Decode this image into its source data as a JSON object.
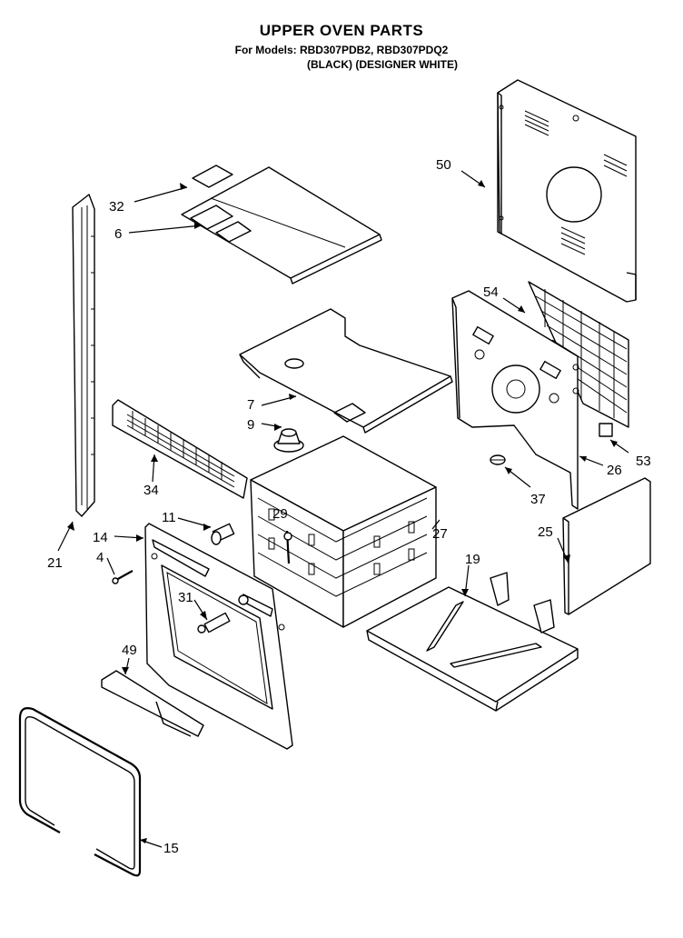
{
  "header": {
    "title": "UPPER OVEN PARTS",
    "models_line": "For Models: RBD307PDB2, RBD307PDQ2",
    "finish_line": "(BLACK)  (DESIGNER WHITE)"
  },
  "callouts": [
    {
      "id": "p50",
      "label": "50"
    },
    {
      "id": "p32",
      "label": "32"
    },
    {
      "id": "p6",
      "label": "6"
    },
    {
      "id": "p54",
      "label": "54"
    },
    {
      "id": "p7",
      "label": "7"
    },
    {
      "id": "p9",
      "label": "9"
    },
    {
      "id": "p53",
      "label": "53"
    },
    {
      "id": "p26",
      "label": "26"
    },
    {
      "id": "p34",
      "label": "34"
    },
    {
      "id": "p37",
      "label": "37"
    },
    {
      "id": "p11",
      "label": "11"
    },
    {
      "id": "p29",
      "label": "29"
    },
    {
      "id": "p27",
      "label": "27"
    },
    {
      "id": "p25",
      "label": "25"
    },
    {
      "id": "p14",
      "label": "14"
    },
    {
      "id": "p19",
      "label": "19"
    },
    {
      "id": "p4",
      "label": "4"
    },
    {
      "id": "p21",
      "label": "21"
    },
    {
      "id": "p31",
      "label": "31"
    },
    {
      "id": "p49",
      "label": "49"
    },
    {
      "id": "p15",
      "label": "15"
    }
  ]
}
